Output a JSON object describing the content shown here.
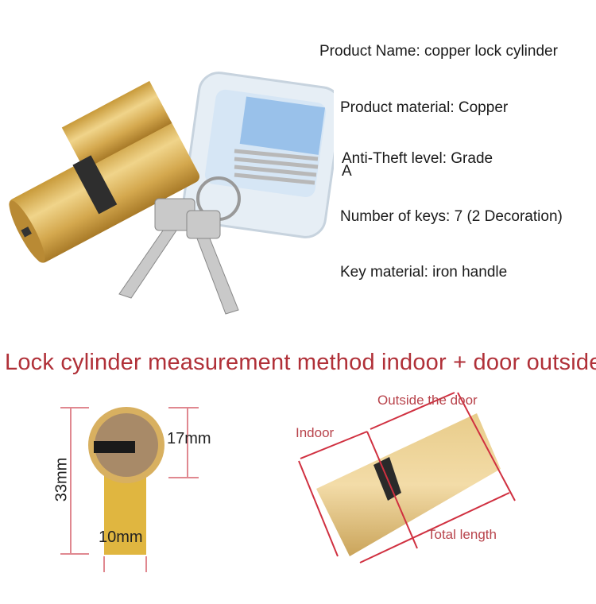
{
  "specs": {
    "product_name": "Product Name: copper lock cylinder",
    "material": "Product material: Copper",
    "anti_theft_line1": "Anti-Theft level: Grade",
    "anti_theft_line2": "A",
    "keys": "Number of keys: 7 (2 Decoration)",
    "key_material": "Key material: iron handle"
  },
  "section_title": "Lock cylinder measurement method indoor + door outside",
  "front_view": {
    "height": "33mm",
    "keyway": "17mm",
    "cam_width": "10mm"
  },
  "side_view": {
    "outside": "Outside the door",
    "indoor": "Indoor",
    "total": "Total length"
  },
  "colors": {
    "title": "#b03038",
    "brass": "#d9b45a",
    "dimension": "#d03040"
  }
}
